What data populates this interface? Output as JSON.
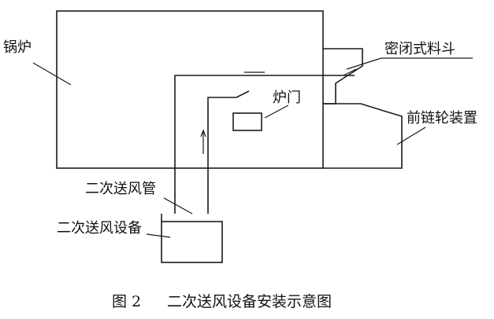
{
  "labels": {
    "boiler": "锅炉",
    "hopper": "密闭式料斗",
    "furnace_door": "炉门",
    "front_sprocket": "前链轮装置",
    "air_pipe": "二次送风管",
    "air_equipment": "二次送风设备"
  },
  "caption": {
    "figure_no": "图 2",
    "title": "二次送风设备安装示意图"
  }
}
